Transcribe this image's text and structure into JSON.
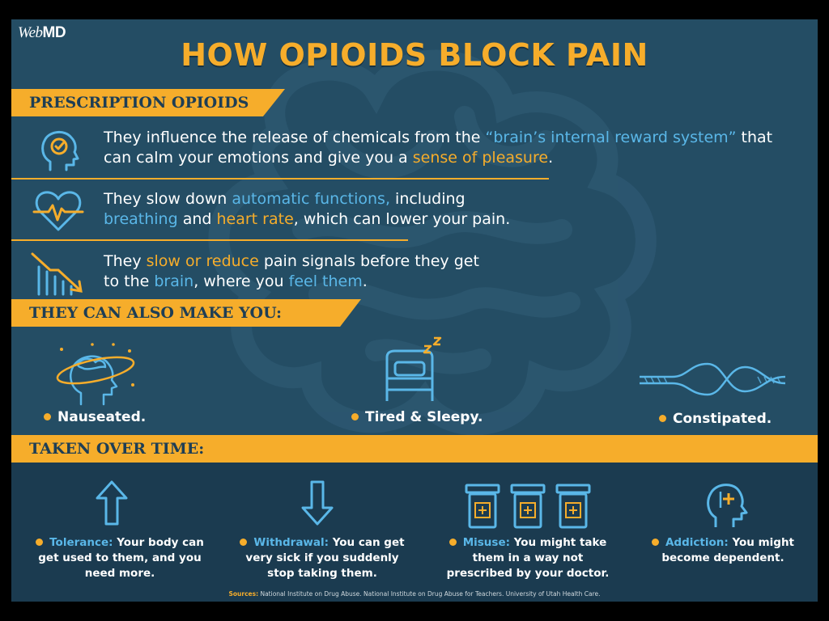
{
  "brand": {
    "logo_web": "Web",
    "logo_md": "MD"
  },
  "title": "HOW OPIOIDS BLOCK PAIN",
  "colors": {
    "accent": "#f6ad2b",
    "background": "#244d64",
    "highlight_blue": "#5ab7e8",
    "bottom_band": "#1b3b50"
  },
  "prescription": {
    "heading": "PRESCRIPTION OPIOIDS",
    "items": [
      {
        "icon": "head-checkmark-icon",
        "parts": [
          {
            "t": "They influence the release of chemicals from the ",
            "c": "w"
          },
          {
            "t": "“brain’s internal reward system”",
            "c": "b"
          },
          {
            "t": " that can calm your emotions and give you a ",
            "c": "w"
          },
          {
            "t": "sense of pleasure",
            "c": "o"
          },
          {
            "t": ".",
            "c": "w"
          }
        ]
      },
      {
        "icon": "heart-pulse-icon",
        "parts": [
          {
            "t": "They slow down ",
            "c": "w"
          },
          {
            "t": "automatic functions,",
            "c": "b"
          },
          {
            "t": " including ",
            "c": "w"
          },
          {
            "t": "breathing",
            "c": "b"
          },
          {
            "t": " and ",
            "c": "w"
          },
          {
            "t": "heart rate",
            "c": "o"
          },
          {
            "t": ", which can lower your pain.",
            "c": "w"
          }
        ]
      },
      {
        "icon": "declining-bars-icon",
        "parts": [
          {
            "t": "They ",
            "c": "w"
          },
          {
            "t": "slow or reduce",
            "c": "o"
          },
          {
            "t": " pain signals before they get to the ",
            "c": "w"
          },
          {
            "t": "brain",
            "c": "b"
          },
          {
            "t": ", where you ",
            "c": "w"
          },
          {
            "t": "feel them",
            "c": "b"
          },
          {
            "t": ".",
            "c": "w"
          }
        ]
      }
    ]
  },
  "effects": {
    "heading": "THEY CAN ALSO MAKE YOU:",
    "items": [
      {
        "label": "Nauseated.",
        "icon": "dizzy-head-icon"
      },
      {
        "label": "Tired & Sleepy.",
        "icon": "sleeping-bed-icon"
      },
      {
        "label": "Constipated.",
        "icon": "knotted-rope-icon"
      }
    ]
  },
  "over_time": {
    "heading": "TAKEN OVER TIME:",
    "items": [
      {
        "label": "Tolerance:",
        "text": " Your body can get used to them, and you need more.",
        "icon": "arrow-up-icon"
      },
      {
        "label": "Withdrawal:",
        "text": " You can get very sick if you suddenly stop taking them.",
        "icon": "arrow-down-icon"
      },
      {
        "label": "Misuse:",
        "text": " You might take them in a way not prescribed by your doctor.",
        "icon": "pill-bottles-icon"
      },
      {
        "label": "Addiction:",
        "text": " You might become dependent.",
        "icon": "head-plus-icon"
      }
    ]
  },
  "sources": {
    "label": "Sources:",
    "text": " National Institute on Drug Abuse. National Institute on Drug Abuse for Teachers. University of Utah Health Care."
  }
}
